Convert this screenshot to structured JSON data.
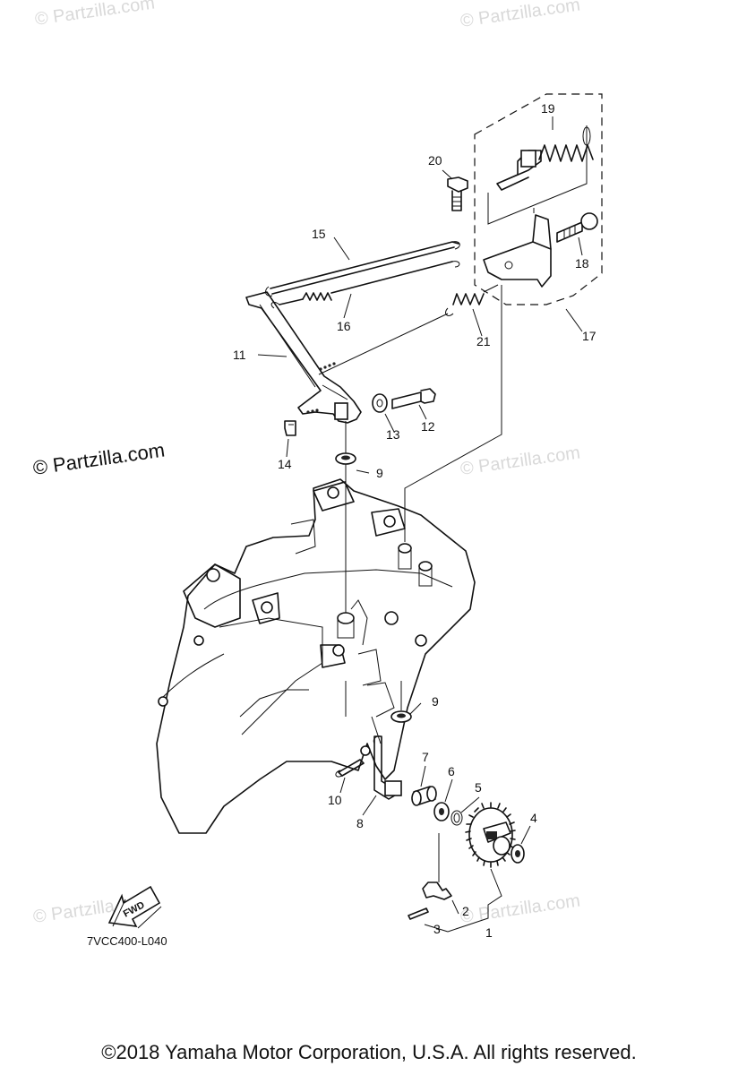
{
  "watermarks": {
    "top_left": "© Partzilla.com",
    "top_right": "© Partzilla.com",
    "left_bold": "© Partzilla.com",
    "mid_right": "© Partzilla.com",
    "bottom_left": "© Partzilla.com",
    "bottom_right": "© Partzilla.com"
  },
  "callouts": {
    "p1": "1",
    "p2": "2",
    "p3": "3",
    "p4": "4",
    "p5": "5",
    "p6": "6",
    "p7": "7",
    "p8": "8",
    "p9a": "9",
    "p9b": "9",
    "p10": "10",
    "p11": "11",
    "p12": "12",
    "p13": "13",
    "p14": "14",
    "p15": "15",
    "p16": "16",
    "p17": "17",
    "p18": "18",
    "p19": "19",
    "p20": "20",
    "p21": "21"
  },
  "fwd_label": "FWD",
  "diagram_code": "7VCC400-L040",
  "copyright": "©2018  Yamaha Motor Corporation, U.S.A. All rights reserved."
}
